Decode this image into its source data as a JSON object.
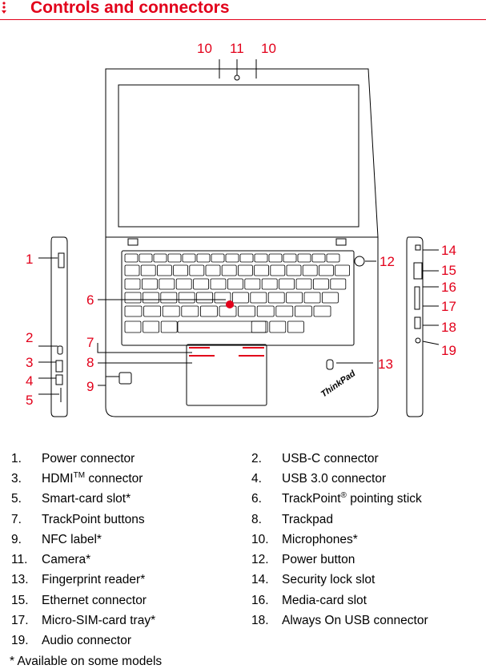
{
  "header": {
    "title": "Controls and connectors"
  },
  "callouts": [
    "1",
    "2",
    "3",
    "4",
    "5",
    "6",
    "7",
    "8",
    "9",
    "10",
    "11",
    "10",
    "12",
    "13",
    "14",
    "15",
    "16",
    "17",
    "18",
    "19"
  ],
  "laptop": {
    "logo": "ThinkPad"
  },
  "legend": [
    {
      "num": "1.",
      "label": "Power connector",
      "sup": "",
      "after": ""
    },
    {
      "num": "2.",
      "label": "USB-C connector",
      "sup": "",
      "after": ""
    },
    {
      "num": "3.",
      "label": "HDMI",
      "sup": "TM",
      "after": " connector"
    },
    {
      "num": "4.",
      "label": "USB 3.0 connector",
      "sup": "",
      "after": ""
    },
    {
      "num": "5.",
      "label": "Smart-card slot*",
      "sup": "",
      "after": ""
    },
    {
      "num": "6.",
      "label": "TrackPoint",
      "sup": "®",
      "after": " pointing stick"
    },
    {
      "num": "7.",
      "label": "TrackPoint buttons",
      "sup": "",
      "after": ""
    },
    {
      "num": "8.",
      "label": "Trackpad",
      "sup": "",
      "after": ""
    },
    {
      "num": "9.",
      "label": "NFC label*",
      "sup": "",
      "after": ""
    },
    {
      "num": "10.",
      "label": "Microphones*",
      "sup": "",
      "after": ""
    },
    {
      "num": "11.",
      "label": "Camera*",
      "sup": "",
      "after": ""
    },
    {
      "num": "12.",
      "label": "Power button",
      "sup": "",
      "after": ""
    },
    {
      "num": "13.",
      "label": "Fingerprint reader*",
      "sup": "",
      "after": ""
    },
    {
      "num": "14.",
      "label": "Security lock slot",
      "sup": "",
      "after": ""
    },
    {
      "num": "15.",
      "label": "Ethernet connector",
      "sup": "",
      "after": ""
    },
    {
      "num": "16.",
      "label": "Media-card slot",
      "sup": "",
      "after": ""
    },
    {
      "num": "17.",
      "label": "Micro-SIM-card tray*",
      "sup": "",
      "after": ""
    },
    {
      "num": "18.",
      "label": "Always On USB connector",
      "sup": "",
      "after": ""
    },
    {
      "num": "19.",
      "label": "Audio connector",
      "sup": "",
      "after": ""
    }
  ],
  "footnote": "* Available on some models",
  "colors": {
    "accent": "#e2001a",
    "line": "#000000"
  }
}
